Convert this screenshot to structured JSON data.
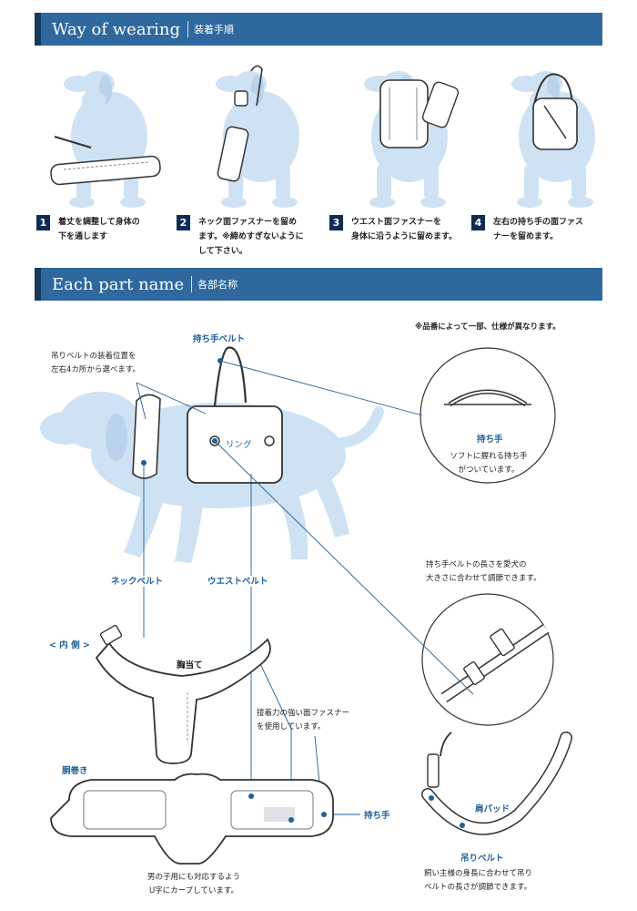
{
  "colors": {
    "banner": "#2f689e",
    "banner_accent": "#16395e",
    "dog": "#cfe2f3",
    "label": "#1f5f96",
    "badge": "#0f2c55"
  },
  "section1": {
    "title_en": "Way of wearing",
    "title_ja": "装着手順"
  },
  "steps": [
    {
      "num": "1",
      "text": "着丈を調整して身体の\n下を通します"
    },
    {
      "num": "2",
      "text": "ネック面ファスナーを留め\nます。※締めすぎないように\nして下さい。"
    },
    {
      "num": "3",
      "text": "ウエスト面ファスナーを\n身体に沿うように留めます。"
    },
    {
      "num": "4",
      "text": "左右の持ち手の面ファス\nナーを留めます。"
    }
  ],
  "section2": {
    "title_en": "Each part name",
    "title_ja": "各部名称"
  },
  "parts": {
    "note_variation": "※品番によって一部、仕様が異なります。",
    "handle_belt": "持ち手ベルト",
    "hanging_position": "吊りベルトの装着位置を\n左右4カ所から選べます。",
    "ring": "リング",
    "handle_title": "持ち手",
    "handle_desc": "ソフトに握れる持ち手\nがついています。",
    "handle_belt_desc": "持ち手ベルトの長さを愛犬の\n大きさに合わせて調節できます。",
    "neck_belt": "ネックベルト",
    "waist_belt": "ウエストベルト",
    "inner_side": "< 内 側 >",
    "chest_pad": "胸当て",
    "fastener_desc": "接着力の強い面ファスナー\nを使用しています。",
    "body_wrap": "胴巻き",
    "handle": "持ち手",
    "shoulder_pad": "肩パッド",
    "hanging_belt": "吊りベルト",
    "hanging_belt_desc": "飼い主様の身長に合わせて吊り\nベルトの長さが調節できます。",
    "u_curve_desc": "男の子用にも対応するよう\nU字にカーブしています。"
  }
}
